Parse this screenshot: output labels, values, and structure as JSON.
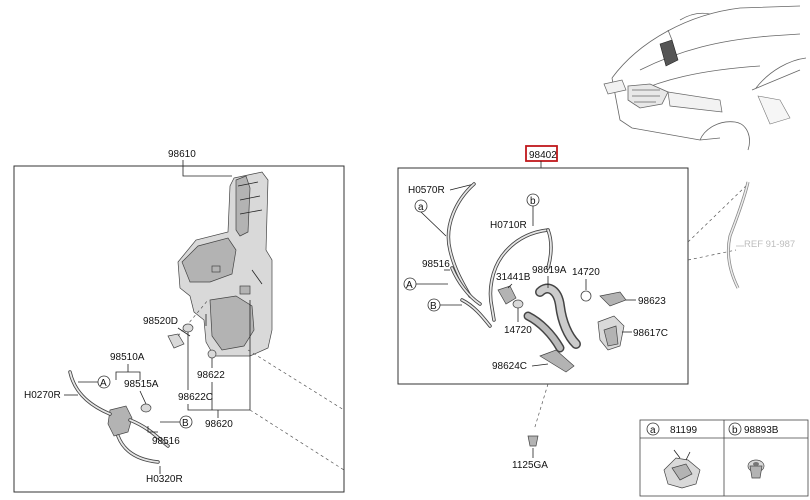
{
  "parts": {
    "tank_assembly": "98610",
    "washer_assembly": "98402",
    "cap": "98520D",
    "pump_assy": "98510A",
    "pump": "98515A",
    "grommet_a": "98622",
    "grommet_b": "98622C",
    "hose_left": "98516",
    "sensor": "98620",
    "hose_h0270": "H0270R",
    "hose_h0320": "H0320R",
    "hose_h0570": "H0570R",
    "hose_h0710": "H0710R",
    "hose_98516b": "98516",
    "clip_31441": "31441B",
    "joint_14720a": "14720",
    "joint_14720b": "14720",
    "hose_98619": "98619A",
    "nozzle_98623": "98623",
    "nozzle_98617": "98617C",
    "bracket_98624": "98624C",
    "bolt": "1125GA",
    "ref_label": "REF 91-987"
  },
  "callouts": {
    "a": "a",
    "b": "b",
    "A": "A",
    "B": "B"
  },
  "legend": {
    "a_letter": "a",
    "a_part": "81199",
    "b_letter": "b",
    "b_part": "98893B"
  },
  "colors": {
    "highlight_box": "#c0181c"
  }
}
